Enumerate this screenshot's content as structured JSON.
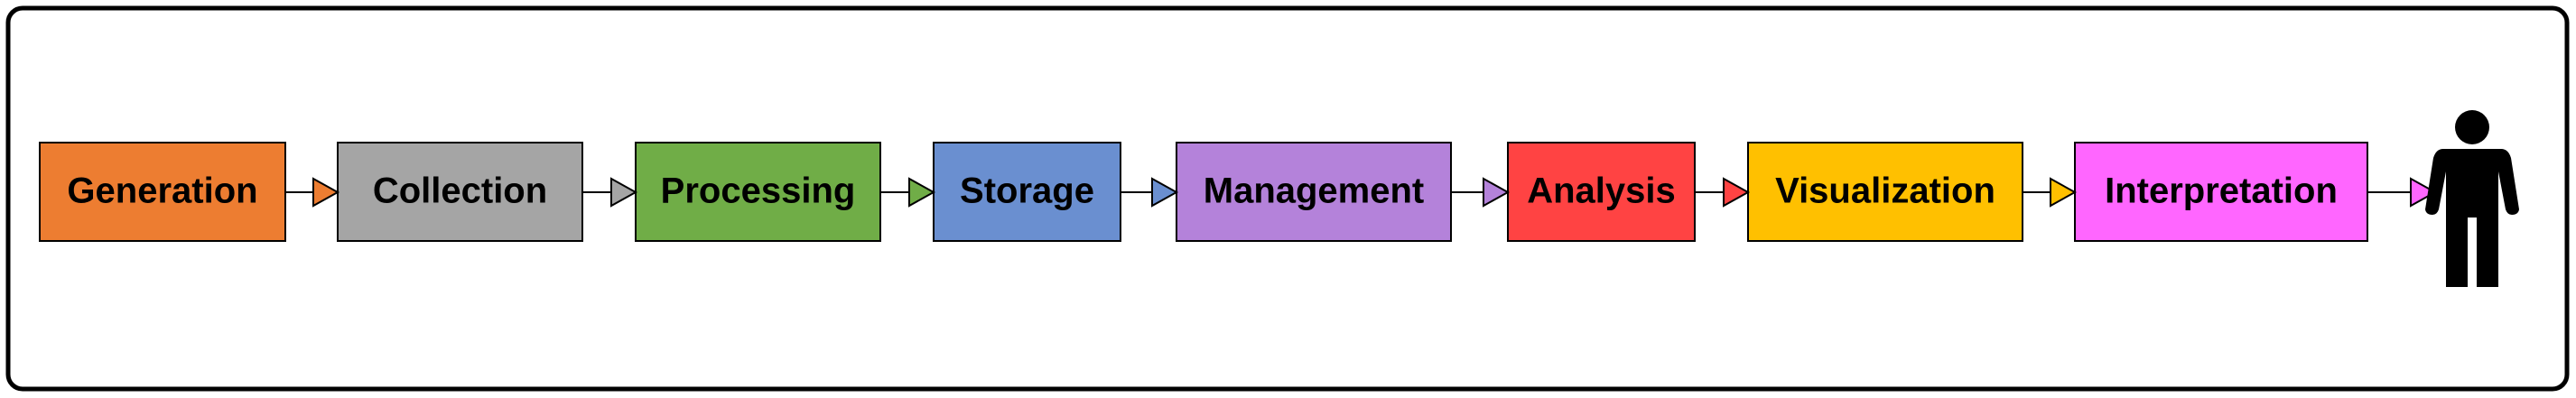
{
  "pipeline": {
    "stages": [
      {
        "label": "Generation",
        "color": "#ED7D31"
      },
      {
        "label": "Collection",
        "color": "#A5A5A5"
      },
      {
        "label": "Processing",
        "color": "#70AD47"
      },
      {
        "label": "Storage",
        "color": "#6A8FD0"
      },
      {
        "label": "Management",
        "color": "#B482DA"
      },
      {
        "label": "Analysis",
        "color": "#FF4343"
      },
      {
        "label": "Visualization",
        "color": "#FFC000"
      },
      {
        "label": "Interpretation",
        "color": "#FF66FF"
      }
    ],
    "end_icon": "person-icon"
  }
}
